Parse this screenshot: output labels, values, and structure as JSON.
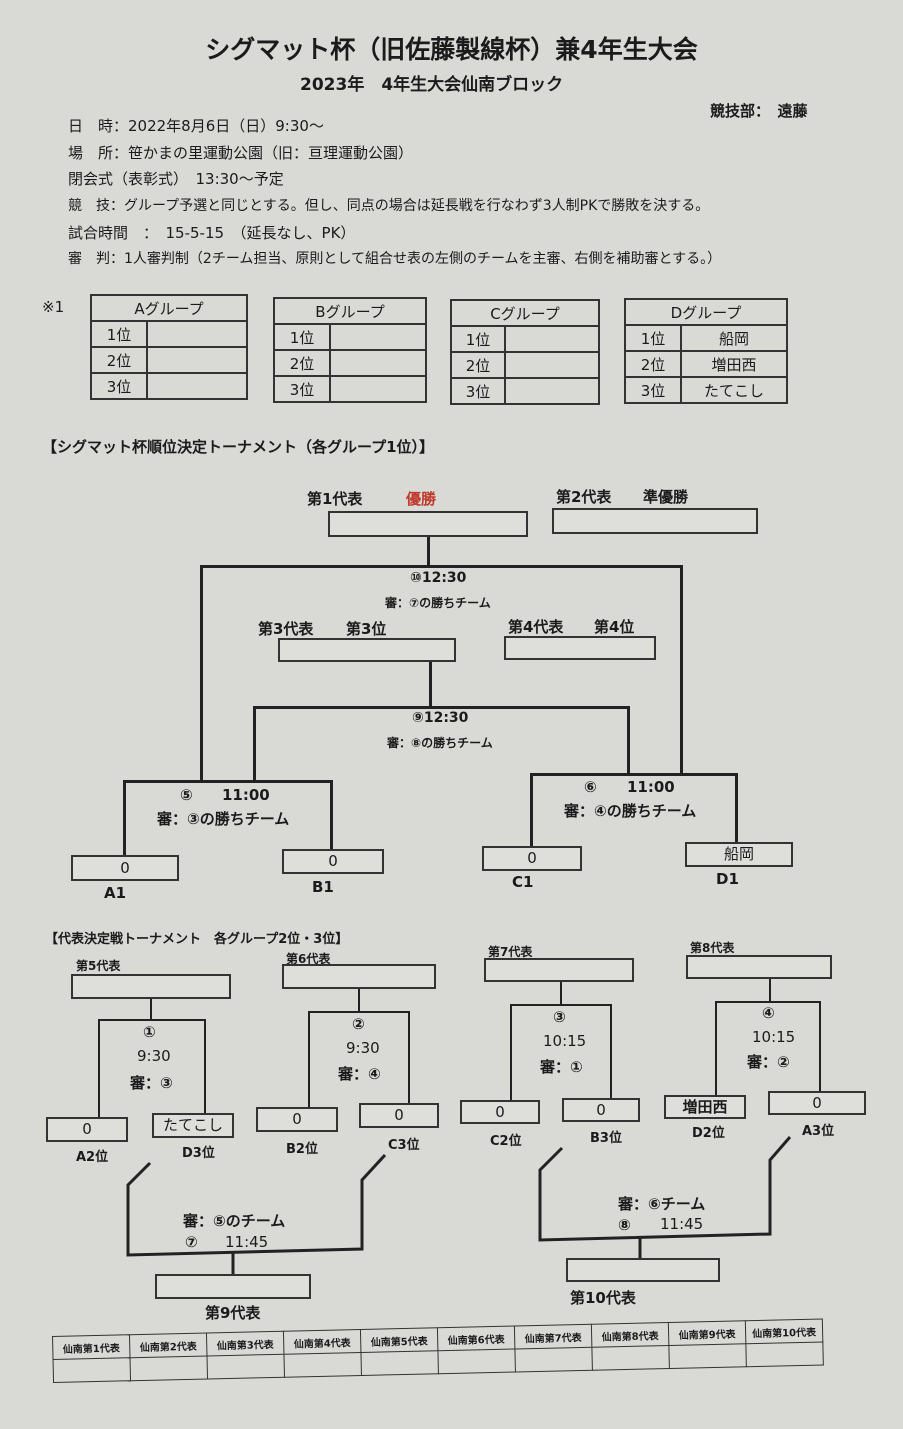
{
  "header": {
    "title": "シグマット杯（旧佐藤製線杯）兼4年生大会",
    "subtitle": "2023年　4年生大会仙南ブロック",
    "staff": "競技部：　遠藤"
  },
  "info": [
    "日　時：2022年8月6日（日）9:30～",
    "場　所：笹かまの里運動公園（旧：亘理運動公園）",
    "閉会式（表彰式）　13:30～予定",
    "競　技：グループ予選と同じとする。但し、同点の場合は延長戦を行なわず3人制PKで勝敗を決する。",
    "試合時間　：　15-5-15　（延長なし、PK）",
    "審　判：1人審判制（2チーム担当、原則として組合せ表の左側のチームを主審、右側を補助審とする。）"
  ],
  "note_mark": "※1",
  "groups": [
    {
      "name": "Aグループ",
      "rows": [
        {
          "rank": "1位",
          "team": ""
        },
        {
          "rank": "2位",
          "team": ""
        },
        {
          "rank": "3位",
          "team": ""
        }
      ]
    },
    {
      "name": "Bグループ",
      "rows": [
        {
          "rank": "1位",
          "team": ""
        },
        {
          "rank": "2位",
          "team": ""
        },
        {
          "rank": "3位",
          "team": ""
        }
      ]
    },
    {
      "name": "Cグループ",
      "rows": [
        {
          "rank": "1位",
          "team": ""
        },
        {
          "rank": "2位",
          "team": ""
        },
        {
          "rank": "3位",
          "team": ""
        }
      ]
    },
    {
      "name": "Dグループ",
      "rows": [
        {
          "rank": "1位",
          "team": "船岡"
        },
        {
          "rank": "2位",
          "team": "増田西"
        },
        {
          "rank": "3位",
          "team": "たてこし"
        }
      ]
    }
  ],
  "sigmat": {
    "heading": "【シグマット杯順位決定トーナメント（各グループ1位）】",
    "rep1": "第1代表",
    "rep1_rank": "優勝",
    "rep2": "第2代表",
    "rep2_rank": "準優勝",
    "m10_time": "⑩12:30",
    "m10_ref": "審：⑦の勝ちチーム",
    "rep3": "第3代表",
    "rep3_rank": "第3位",
    "rep4": "第4代表",
    "rep4_rank": "第4位",
    "m9_time": "⑨12:30",
    "m9_ref": "審：⑧の勝ちチーム",
    "m5_no": "⑤",
    "m5_time": "11:00",
    "m5_ref": "審：③の勝ちチーム",
    "m6_no": "⑥",
    "m6_time": "11:00",
    "m6_ref": "審：④の勝ちチーム",
    "seeds": [
      {
        "slot": "A1",
        "team": "0"
      },
      {
        "slot": "B1",
        "team": "0"
      },
      {
        "slot": "C1",
        "team": "0"
      },
      {
        "slot": "D1",
        "team": "船岡"
      }
    ]
  },
  "rep": {
    "heading": "【代表決定戦トーナメント　各グループ2位・3位】",
    "rep5": "第5代表",
    "rep6": "第6代表",
    "rep7": "第7代表",
    "rep8": "第8代表",
    "m1": {
      "no": "①",
      "time": "9:30",
      "ref": "審：③"
    },
    "m2": {
      "no": "②",
      "time": "9:30",
      "ref": "審：④"
    },
    "m3": {
      "no": "③",
      "time": "10:15",
      "ref": "審：①"
    },
    "m4": {
      "no": "④",
      "time": "10:15",
      "ref": "審：②"
    },
    "seeds": [
      {
        "slot": "A2位",
        "team": "0"
      },
      {
        "slot": "D3位",
        "team": "たてこし"
      },
      {
        "slot": "B2位",
        "team": "0"
      },
      {
        "slot": "C3位",
        "team": "0"
      },
      {
        "slot": "C2位",
        "team": "0"
      },
      {
        "slot": "B3位",
        "team": "0"
      },
      {
        "slot": "D2位",
        "team": "増田西"
      },
      {
        "slot": "A3位",
        "team": "0"
      }
    ],
    "m7_ref": "審：⑤のチーム",
    "m7_no": "⑦",
    "m7_time": "11:45",
    "m8_ref": "審：⑥チーム",
    "m8_no": "⑧",
    "m8_time": "11:45",
    "rep9": "第9代表",
    "rep10": "第10代表"
  },
  "summary": [
    "仙南第1代表",
    "仙南第2代表",
    "仙南第3代表",
    "仙南第4代表",
    "仙南第5代表",
    "仙南第6代表",
    "仙南第7代表",
    "仙南第8代表",
    "仙南第9代表",
    "仙南第10代表"
  ],
  "colors": {
    "champion": "#c0392b",
    "paper": "#d9d9d6",
    "ink": "#1b1b1b"
  }
}
